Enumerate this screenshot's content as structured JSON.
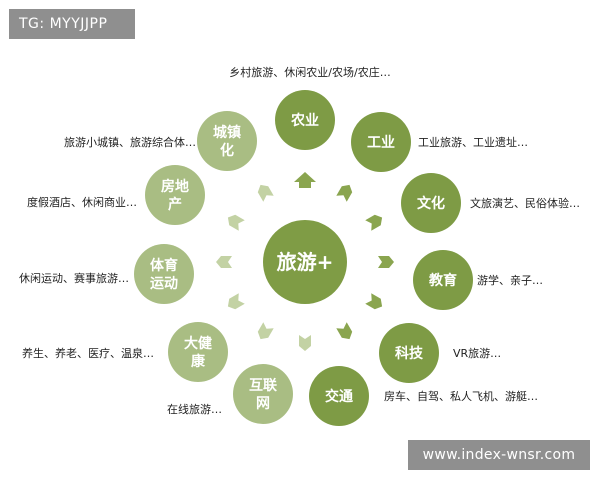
{
  "watermark_top": "TG: MYYJJPP",
  "watermark_bottom": "www.index-wnsr.com",
  "center": {
    "label": "旅游+"
  },
  "nodes": [
    {
      "label": [
        "农业"
      ],
      "desc": "乡村旅游、休闲农业/农场/农庄…",
      "tone": "dark"
    },
    {
      "label": [
        "工业"
      ],
      "desc": "工业旅游、工业遗址…",
      "tone": "dark"
    },
    {
      "label": [
        "文化"
      ],
      "desc": "文旅演艺、民俗体验…",
      "tone": "dark"
    },
    {
      "label": [
        "教育"
      ],
      "desc": "游学、亲子…",
      "tone": "dark"
    },
    {
      "label": [
        "科技"
      ],
      "desc": "VR旅游…",
      "tone": "dark"
    },
    {
      "label": [
        "交通"
      ],
      "desc": "房车、自驾、私人飞机、游艇…",
      "tone": "dark"
    },
    {
      "label": [
        "互联",
        "网"
      ],
      "desc": "在线旅游…",
      "tone": "light"
    },
    {
      "label": [
        "大健",
        "康"
      ],
      "desc": "养生、养老、医疗、温泉…",
      "tone": "light"
    },
    {
      "label": [
        "体育",
        "运动"
      ],
      "desc": "休闲运动、赛事旅游…",
      "tone": "light"
    },
    {
      "label": [
        "房地",
        "产"
      ],
      "desc": "度假酒店、休闲商业…",
      "tone": "light"
    },
    {
      "label": [
        "城镇",
        "化"
      ],
      "desc": "旅游小城镇、旅游综合体…",
      "tone": "light"
    }
  ],
  "colors": {
    "dark": "#7e9b45",
    "light": "#a9bd83",
    "center": "#7f9c45",
    "arrow_dark": "#8aa54f",
    "arrow_light": "#c3d2a4"
  }
}
